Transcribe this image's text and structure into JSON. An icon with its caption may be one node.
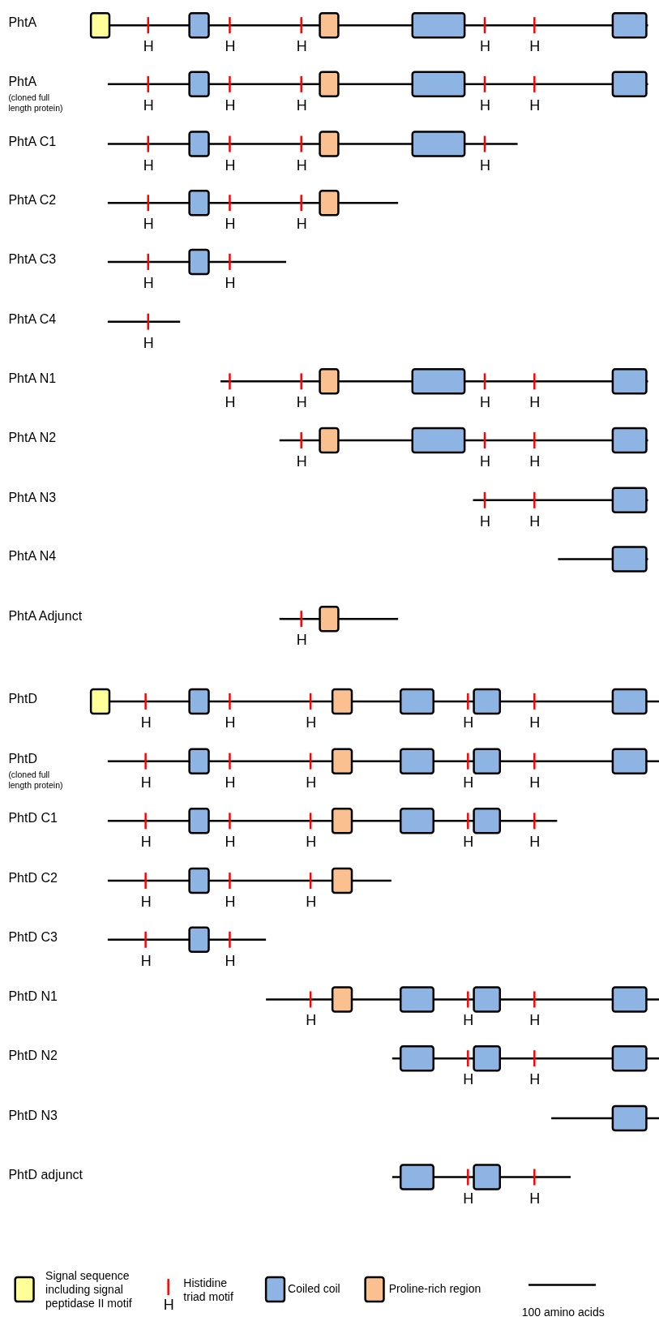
{
  "diagram": {
    "labels": [
      "PhtA",
      "H",
      "H",
      "H",
      "H",
      "H",
      "PhtA",
      "(cloned full length protein)",
      "H",
      "H",
      "H",
      "H",
      "H",
      "PhtA C1",
      "H",
      "H",
      "H",
      "H",
      "PhtA C2",
      "H",
      "H",
      "H",
      "PhtA C3",
      "H",
      "H",
      "PhtA C4",
      "H",
      "PhtA N1",
      "H",
      "H",
      "H",
      "H",
      "PhtA N2",
      "H",
      "H",
      "H",
      "PhtA N3",
      "H",
      "H",
      "PhtA N4",
      "PhtA Adjunct",
      "H",
      "PhtD",
      "H",
      "H",
      "H",
      "H",
      "H",
      "PhtD",
      "(cloned full length protein)",
      "H",
      "H",
      "H",
      "H",
      "H",
      "PhtD C1",
      "H",
      "H",
      "H",
      "H",
      "H",
      "PhtD C2",
      "H",
      "H",
      "H",
      "PhtD C3",
      "H",
      "H",
      "PhtD N1",
      "H",
      "H",
      "H",
      "PhtD N2",
      "H",
      "H",
      "PhtD N3",
      "PhtD adjunct",
      "H",
      "H",
      "H"
    ],
    "legend": [
      {
        "text": "Signal sequence including signal peptidase II motif",
        "color": "#ffff99"
      },
      {
        "text": "Histidine triad motif"
      },
      {
        "text": "Coiled coil",
        "color": "#8eb4e3"
      },
      {
        "text": "Proline-rich region",
        "color": "#fac090"
      },
      {
        "text": "100 amino acids"
      }
    ]
  }
}
